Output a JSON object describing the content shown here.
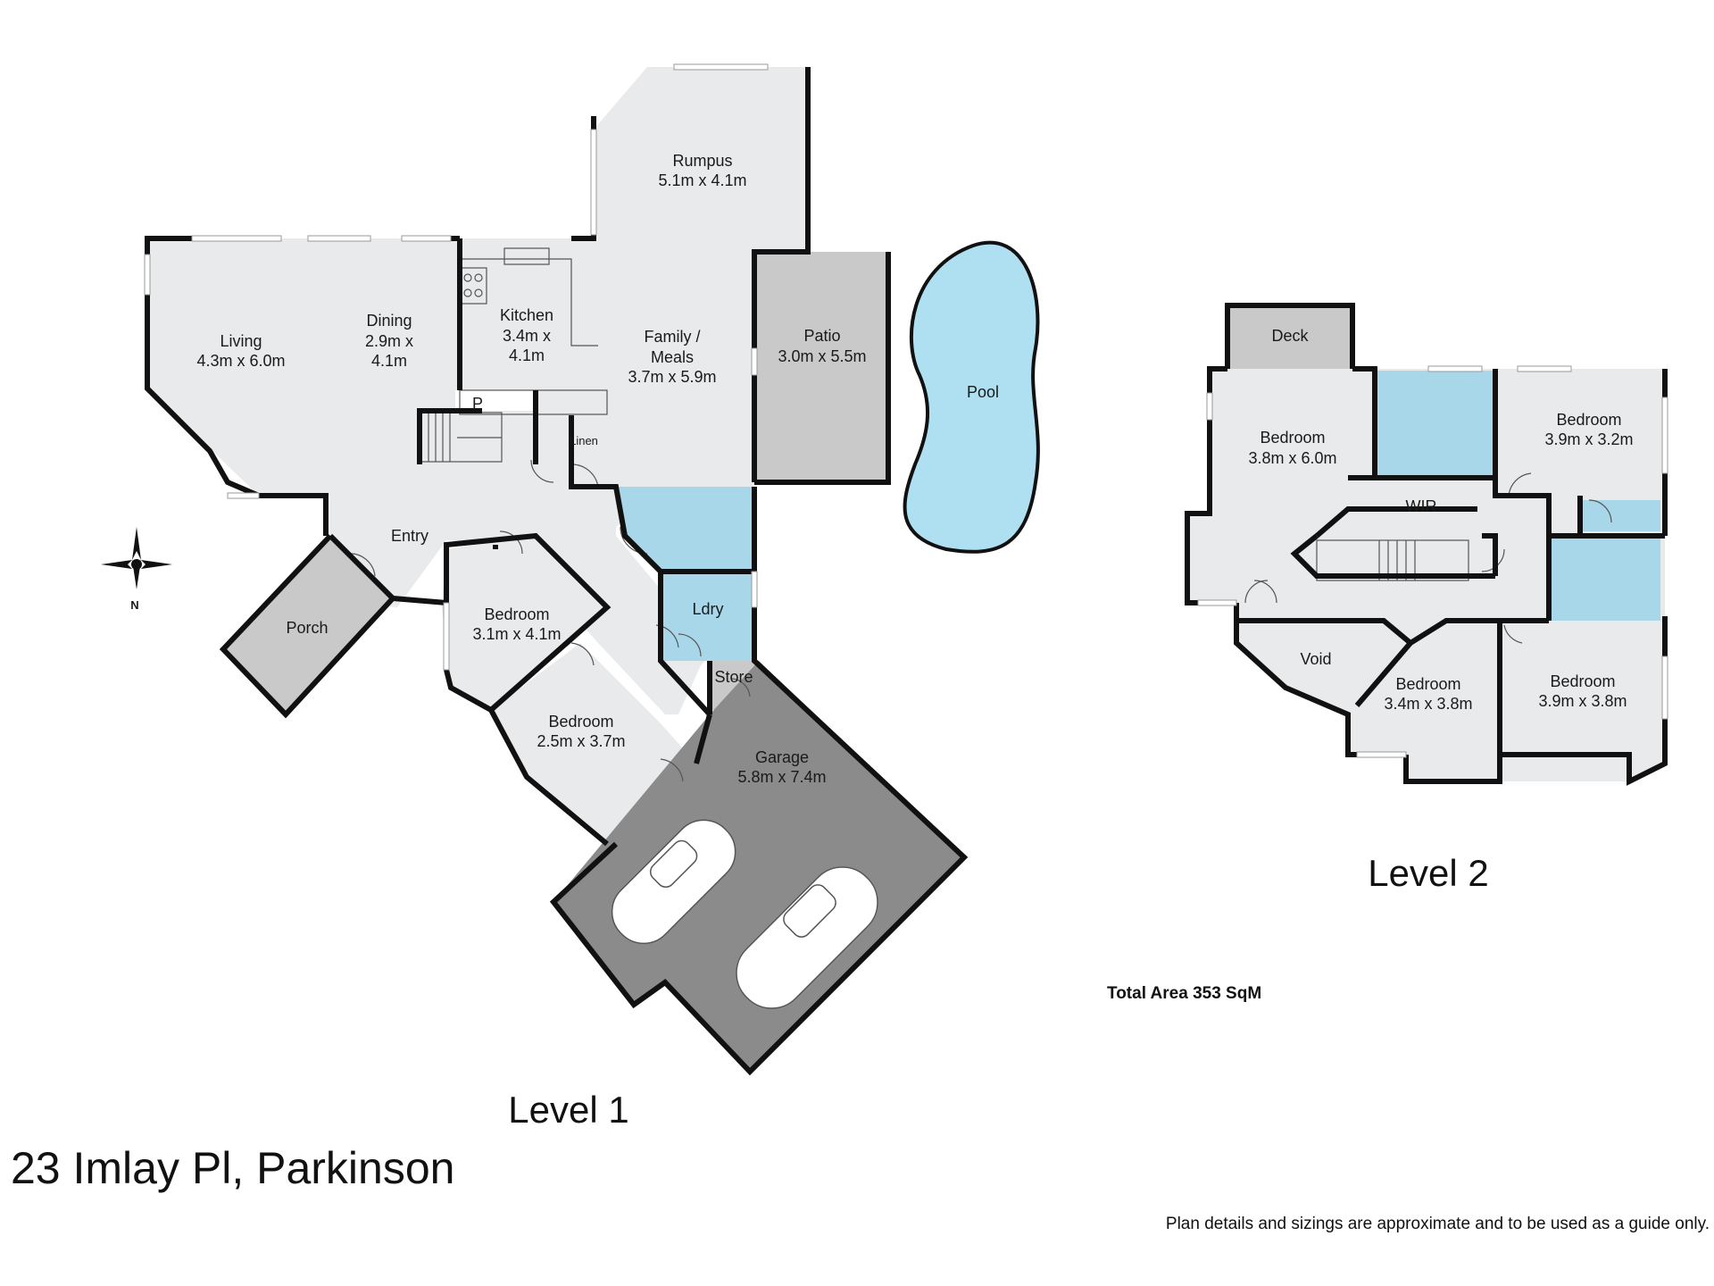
{
  "property": {
    "address": "23 Imlay Pl, Parkinson"
  },
  "level1": {
    "label": "Level 1",
    "rooms": {
      "living": {
        "name": "Living",
        "size": "4.3m x 6.0m"
      },
      "dining": {
        "name": "Dining",
        "size_line1": "2.9m x",
        "size_line2": "4.1m"
      },
      "kitchen": {
        "name": "Kitchen",
        "size_line1": "3.4m x",
        "size_line2": "4.1m"
      },
      "rumpus": {
        "name": "Rumpus",
        "size": "5.1m x 4.1m"
      },
      "family": {
        "name_line1": "Family /",
        "name_line2": "Meals",
        "size": "3.7m x 5.9m"
      },
      "patio": {
        "name": "Patio",
        "size": "3.0m x 5.5m"
      },
      "pool": {
        "name": "Pool"
      },
      "pantry": {
        "name": "P"
      },
      "linen": {
        "name": "Linen"
      },
      "entry": {
        "name": "Entry"
      },
      "porch": {
        "name": "Porch"
      },
      "bedroom_a": {
        "name": "Bedroom",
        "size": "3.1m x 4.1m"
      },
      "bedroom_b": {
        "name": "Bedroom",
        "size": "2.5m x 3.7m"
      },
      "laundry": {
        "name": "Ldry"
      },
      "store": {
        "name": "Store"
      },
      "garage": {
        "name": "Garage",
        "size": "5.8m x 7.4m"
      }
    },
    "compass": {
      "label": "N"
    }
  },
  "level2": {
    "label": "Level 2",
    "rooms": {
      "deck": {
        "name": "Deck"
      },
      "master": {
        "name": "Bedroom",
        "size": "3.8m x 6.0m"
      },
      "bedroom_ne": {
        "name": "Bedroom",
        "size": "3.9m x 3.2m"
      },
      "wir": {
        "name": "WIR"
      },
      "void": {
        "name": "Void"
      },
      "bedroom_s": {
        "name": "Bedroom",
        "size": "3.4m x 3.8m"
      },
      "bedroom_se": {
        "name": "Bedroom",
        "size": "3.9m x 3.8m"
      }
    }
  },
  "summary": {
    "total_area": "Total Area 353 SqM",
    "disclaimer": "Plan details and sizings are approximate and to be used as a guide only."
  },
  "colors": {
    "floor": "#e9eaeb",
    "wet_area": "#a8d7ea",
    "patio": "#c9c9c9",
    "garage": "#8b8b8b",
    "pool": "#aee0f2",
    "wall": "#111111"
  }
}
